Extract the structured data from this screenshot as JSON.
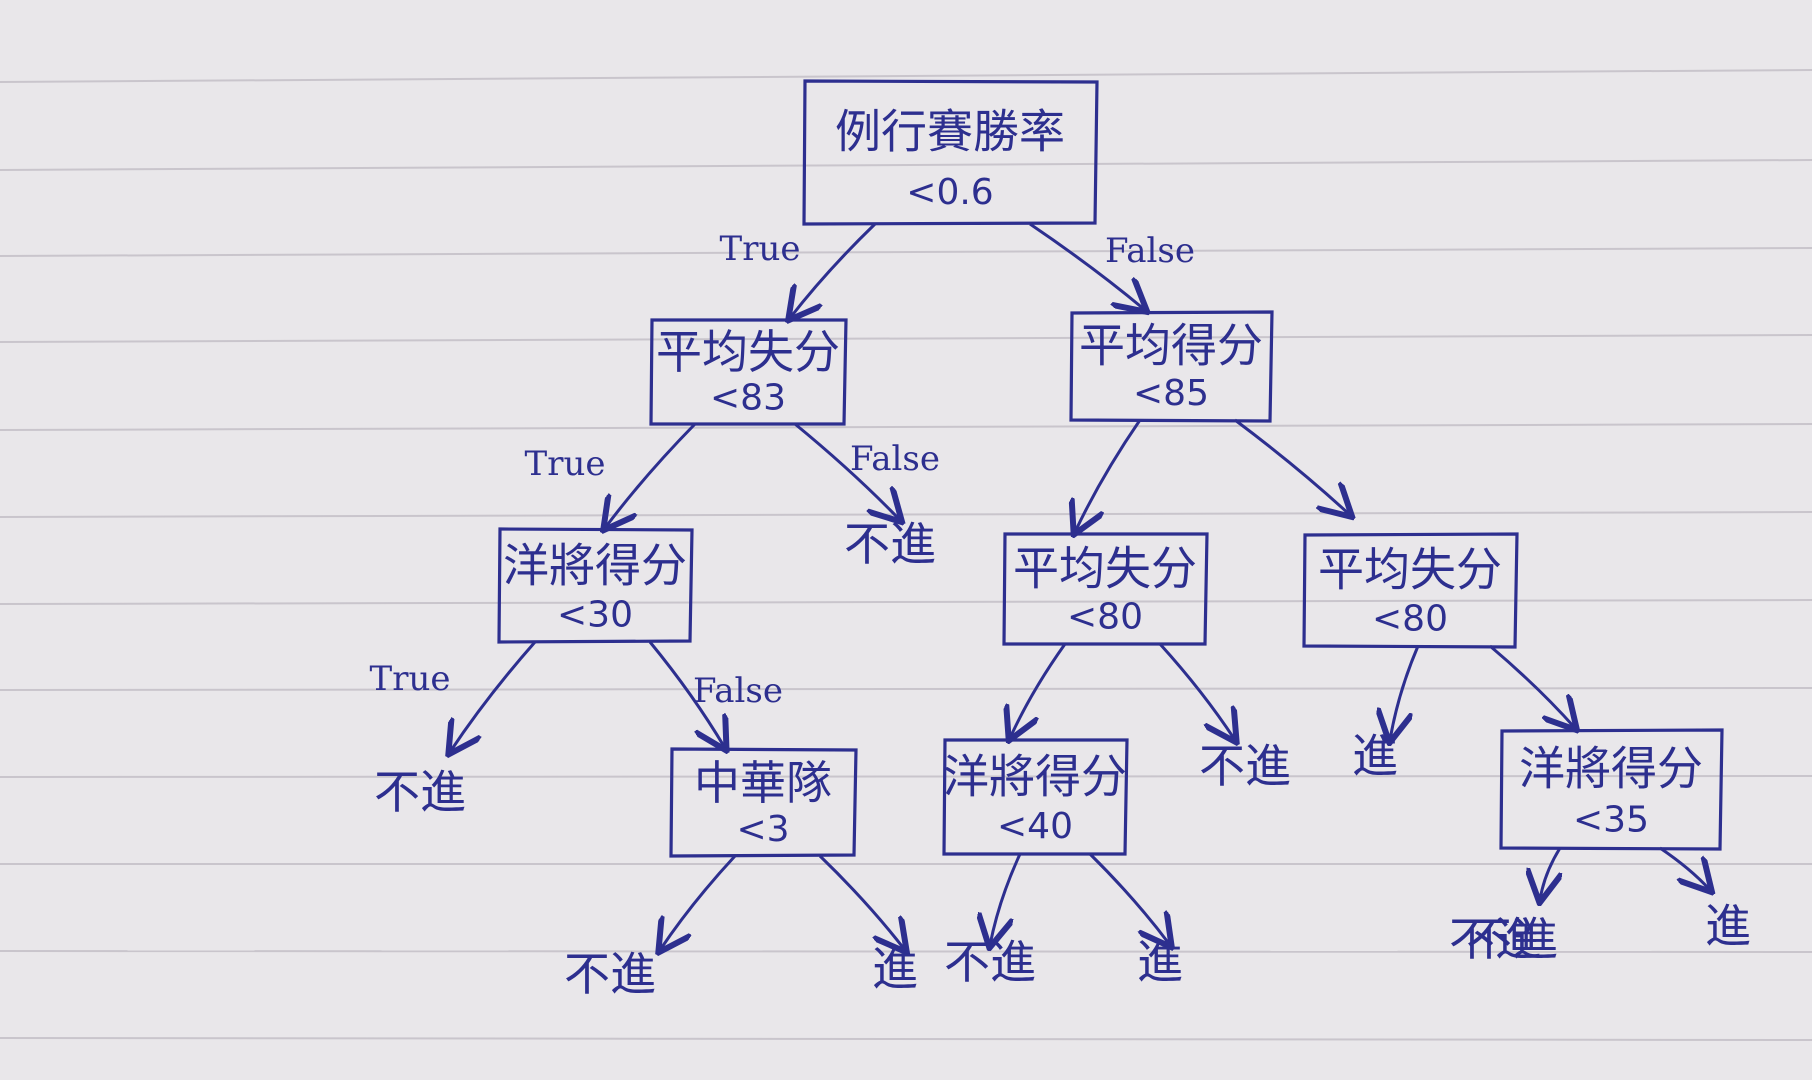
{
  "diagram": {
    "nodes": [
      {
        "id": "n1",
        "feature": "例行賽勝率",
        "threshold": "<0.6"
      },
      {
        "id": "n2",
        "feature": "平均失分",
        "threshold": "<83"
      },
      {
        "id": "n3",
        "feature": "平均得分",
        "threshold": "<85"
      },
      {
        "id": "n4",
        "feature": "洋將得分",
        "threshold": "<30"
      },
      {
        "id": "n5",
        "feature": "平均失分",
        "threshold": "<80"
      },
      {
        "id": "n6",
        "feature": "平均失分",
        "threshold": "<80"
      },
      {
        "id": "n7",
        "feature": "中華隊",
        "threshold": "<3"
      },
      {
        "id": "n8",
        "feature": "洋將得分",
        "threshold": "<40"
      },
      {
        "id": "n9",
        "feature": "洋將得分",
        "threshold": "<35"
      }
    ],
    "leaves": [
      {
        "id": "l1",
        "label": "不進"
      },
      {
        "id": "l2",
        "label": "不進"
      },
      {
        "id": "l3",
        "label": "不進"
      },
      {
        "id": "l4",
        "label": "進"
      },
      {
        "id": "l5",
        "label": "不進"
      },
      {
        "id": "l6",
        "label": "進"
      },
      {
        "id": "l7",
        "label": "不進"
      },
      {
        "id": "l8",
        "label": "不進"
      },
      {
        "id": "l9",
        "label": "進"
      },
      {
        "id": "l10",
        "label": "不進"
      },
      {
        "id": "l11",
        "label": "進"
      }
    ],
    "edges": [
      {
        "from": "n1",
        "to": "n2",
        "label": "True"
      },
      {
        "from": "n1",
        "to": "n3",
        "label": "False"
      },
      {
        "from": "n2",
        "to": "n4",
        "label": "True"
      },
      {
        "from": "n2",
        "to": "l1",
        "label": "False"
      },
      {
        "from": "n4",
        "to": "l2",
        "label": "True"
      },
      {
        "from": "n4",
        "to": "n7",
        "label": "False"
      },
      {
        "from": "n7",
        "to": "l3",
        "label": ""
      },
      {
        "from": "n7",
        "to": "l4",
        "label": ""
      },
      {
        "from": "n3",
        "to": "n5",
        "label": ""
      },
      {
        "from": "n3",
        "to": "n6",
        "label": ""
      },
      {
        "from": "n5",
        "to": "n8",
        "label": ""
      },
      {
        "from": "n5",
        "to": "l8",
        "label": ""
      },
      {
        "from": "n8",
        "to": "l5",
        "label": ""
      },
      {
        "from": "n8",
        "to": "l6",
        "label": ""
      },
      {
        "from": "n6",
        "to": "l7",
        "label": ""
      },
      {
        "from": "n6",
        "to": "n9",
        "label": ""
      },
      {
        "from": "n9",
        "to": "l10",
        "label": ""
      },
      {
        "from": "n9",
        "to": "l11",
        "label": ""
      }
    ],
    "ink_color": "#2d2f8f",
    "paper_color": "#e9e7ea"
  }
}
